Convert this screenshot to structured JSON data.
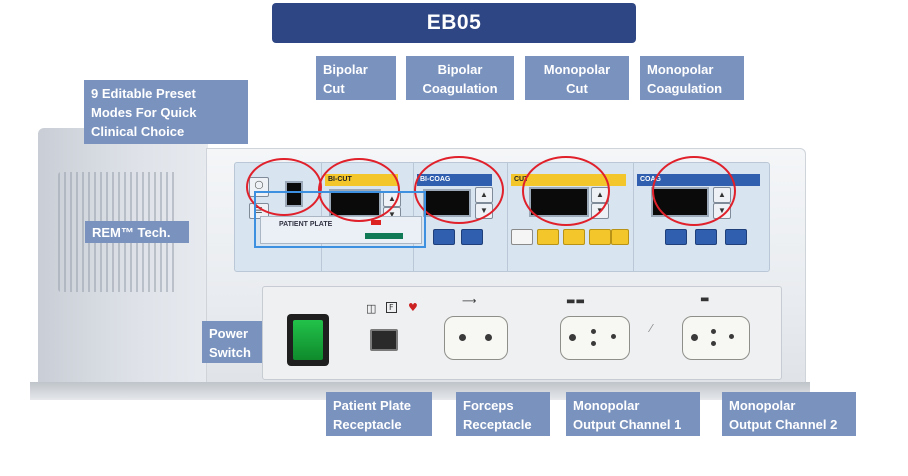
{
  "title": "EB05",
  "callouts": {
    "presets": [
      "9 Editable Preset",
      "Modes For  Quick",
      "Clinical  Choice"
    ],
    "rem": "REM™ Tech.",
    "power": [
      "Power",
      "Switch"
    ],
    "bipolar_cut": [
      "Bipolar",
      "Cut"
    ],
    "bipolar_coag": [
      "Bipolar",
      "Coagulation"
    ],
    "monopolar_cut": [
      "Monopolar",
      "Cut"
    ],
    "monopolar_coag": [
      "Monopolar",
      "Coagulation"
    ],
    "patient_plate": [
      "Patient Plate",
      "Receptacle"
    ],
    "forceps": [
      "Forceps",
      "Receptacle"
    ],
    "mono1": [
      "Monopolar",
      "Output Channel 1"
    ],
    "mono2": [
      "Monopolar",
      "Output Channel 2"
    ]
  },
  "panel": {
    "bicut_label": "BI-CUT",
    "bicoag_label": "BI-COAG",
    "cut_label": "CUT",
    "coag_label": "COAG",
    "patient_plate_label": "PATIENT PLATE"
  },
  "colors": {
    "callout_bg": "#7a92be",
    "banner_bg": "#2e4683",
    "highlight_red": "#e0202a",
    "highlight_blue": "#3d8fe0",
    "power_green": "#22c24a"
  }
}
